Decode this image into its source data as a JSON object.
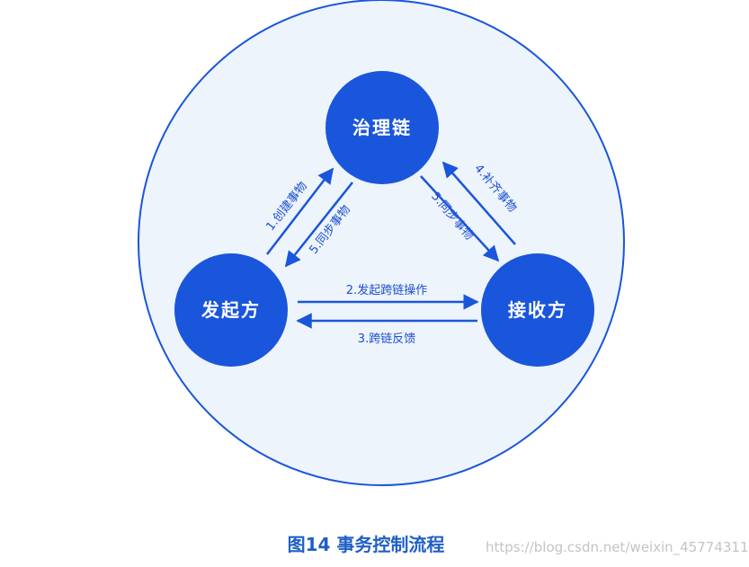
{
  "diagram": {
    "nodes": {
      "governance": "治理链",
      "initiator": "发起方",
      "receiver": "接收方"
    },
    "edges": {
      "create": "1.创建事物",
      "sync_left": "5.同步事物",
      "initiate": "2.发起跨链操作",
      "feedback": "3.跨链反馈",
      "complete": "4.补齐事物",
      "sync_right": "5.同步事物"
    },
    "colors": {
      "primary": "#1a56db",
      "outer_fill": "#eef4fc",
      "outer_stroke": "#1a56db"
    }
  },
  "caption": "图14  事务控制流程",
  "watermark": "https://blog.csdn.net/weixin_45774311"
}
